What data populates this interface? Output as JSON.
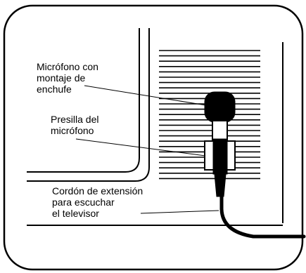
{
  "labels": {
    "microphone": [
      "Micrófono con",
      "montaje de",
      "enchufe"
    ],
    "clip": [
      "Presilla del",
      "micrófono"
    ],
    "cord": [
      "Cordón de extensión",
      "para escuchar",
      "el televisor"
    ]
  }
}
